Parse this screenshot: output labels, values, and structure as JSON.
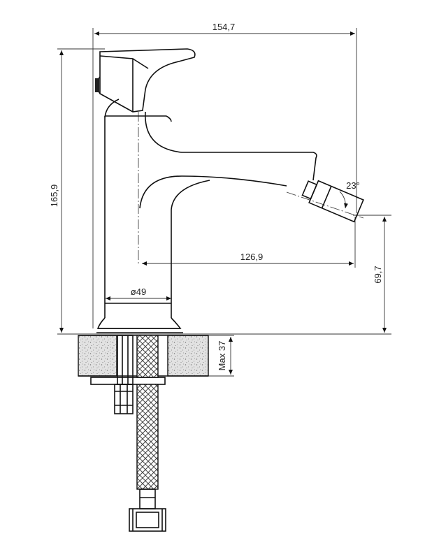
{
  "dimensions": {
    "overall_width": "154,7",
    "overall_height": "165,9",
    "spout_reach": "126,9",
    "spout_height": "69,7",
    "base_diameter": "ø49",
    "max_counter_thickness": "Max 37",
    "nozzle_angle": "23°"
  },
  "colors": {
    "line": "#111111",
    "counter_fill": "#d9d9d9",
    "background": "#ffffff"
  }
}
